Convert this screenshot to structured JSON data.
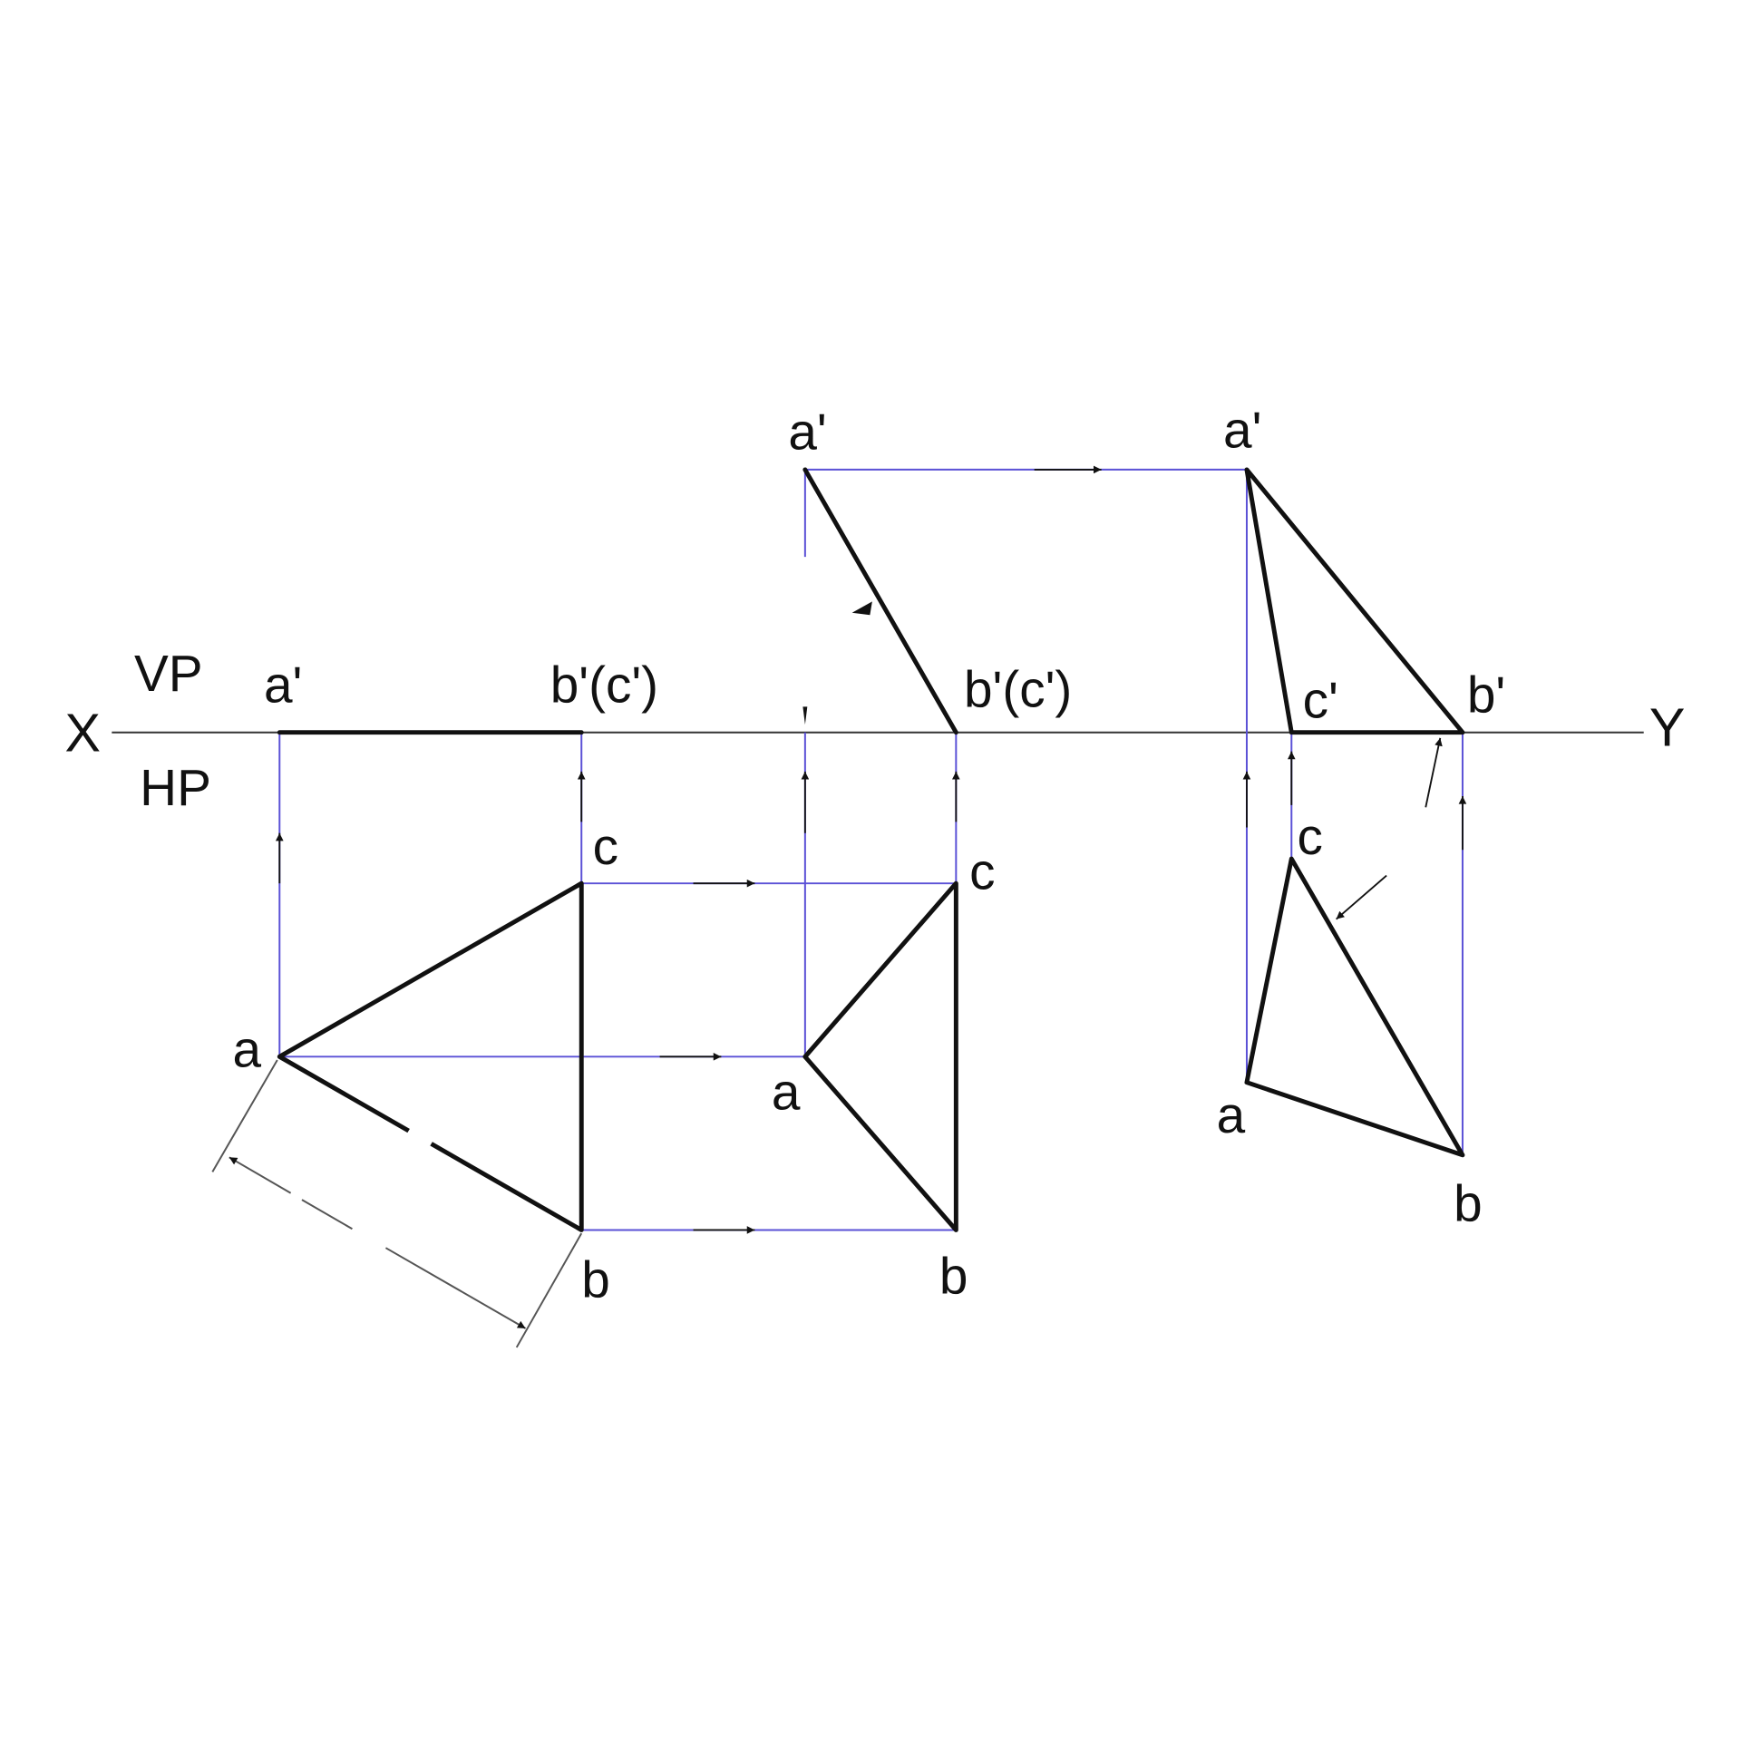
{
  "labels": {
    "x_axis": "X",
    "y_axis": "Y",
    "vp": "VP",
    "hp": "HP",
    "view1": {
      "a_prime": "a'",
      "bc_prime": "b'(c')",
      "a": "a",
      "b": "b",
      "c": "c"
    },
    "view2": {
      "a_prime": "a'",
      "bc_prime": "b'(c')",
      "a": "a",
      "b": "b",
      "c": "c"
    },
    "view3": {
      "a_prime": "a'",
      "b_prime": "b'",
      "c_prime": "c'",
      "a": "a",
      "b": "b",
      "c": "c"
    }
  },
  "colors": {
    "projector": "#5a50d6",
    "object": "#111111"
  }
}
